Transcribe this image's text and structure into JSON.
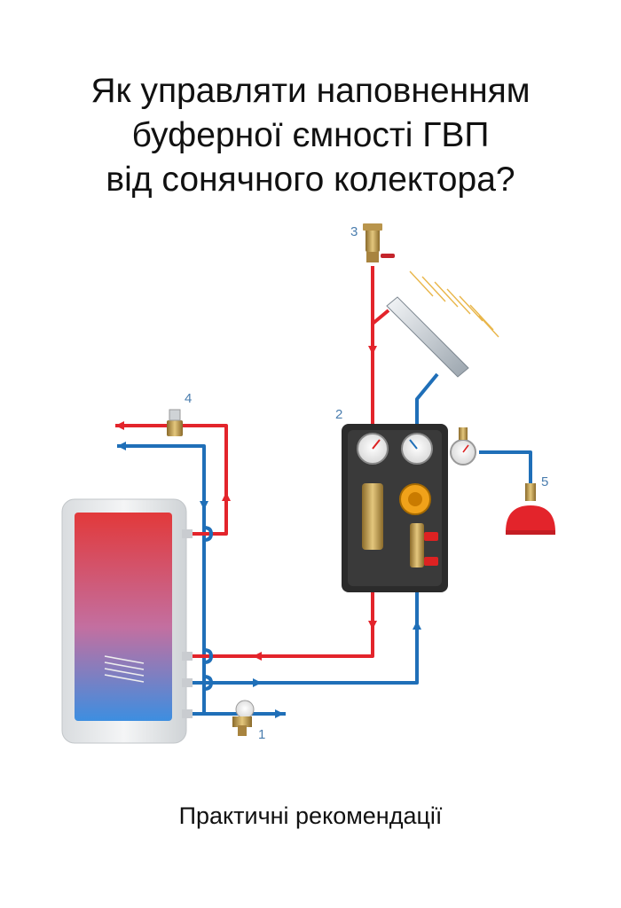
{
  "title": {
    "line1": "Як управляти наповненням",
    "line2": "буферної ємності ГВП",
    "line3": "від сонячного колектора?"
  },
  "subtitle": "Практичні рекомендації",
  "callouts": {
    "c1": "1",
    "c2": "2",
    "c3": "3",
    "c4": "4",
    "c5": "5"
  },
  "colors": {
    "hot_pipe": "#e3242b",
    "cold_pipe": "#1f6fb8",
    "station_body": "#2b2b2b",
    "brass": "#c8a45a",
    "pump": "#f0a21a",
    "expansion_vessel": "#e3242b",
    "callout_text": "#4a7dae"
  }
}
